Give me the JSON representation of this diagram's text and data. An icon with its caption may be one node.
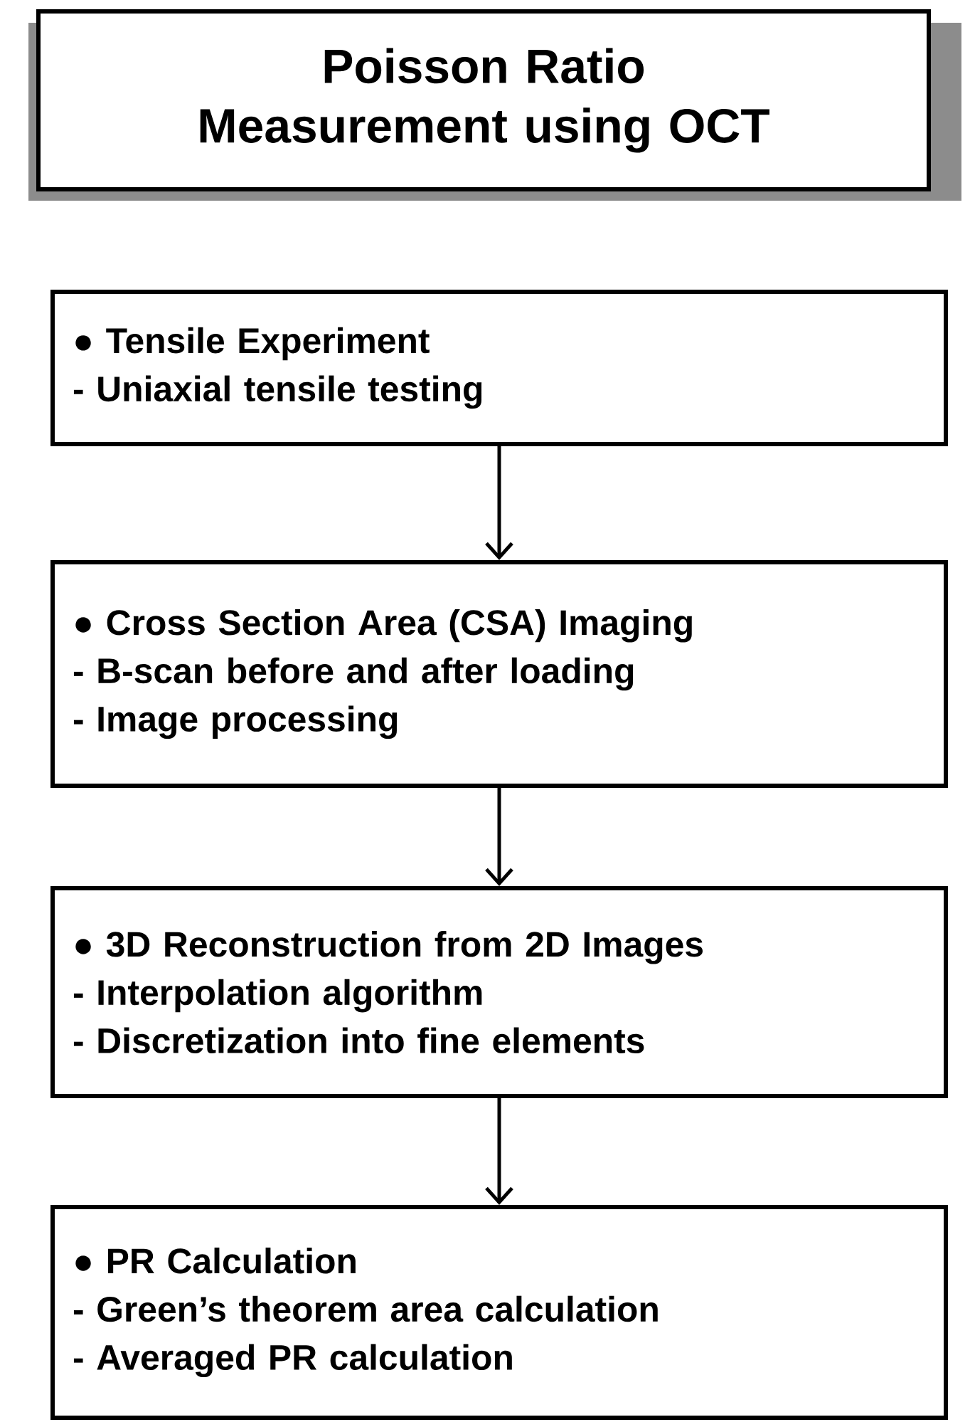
{
  "diagram": {
    "nodes": [
      {
        "text": [
          "Poisson Ratio Measurement using OCT"
        ]
      },
      {
        "text": [
          "● Tensile Experiment",
          "- Uniaxial tensile testing"
        ]
      },
      {
        "text": [
          "● Cross Section Area (CSA) Imaging",
          "- B-scan before and after loading",
          "- Image processing"
        ]
      },
      {
        "text": [
          "● 3D Reconstruction from 2D Images",
          "- Interpolation  algorithm",
          "- Discretization into fine elements"
        ]
      },
      {
        "text": [
          "● PR Calculation",
          "- Green’s theorem area calculation",
          "- Averaged PR calculation"
        ]
      }
    ],
    "edges": [
      {
        "from": 1,
        "to": 2,
        "arrow": "to"
      },
      {
        "from": 2,
        "to": 3,
        "arrow": "to"
      },
      {
        "from": 3,
        "to": 4,
        "arrow": "to"
      }
    ]
  }
}
